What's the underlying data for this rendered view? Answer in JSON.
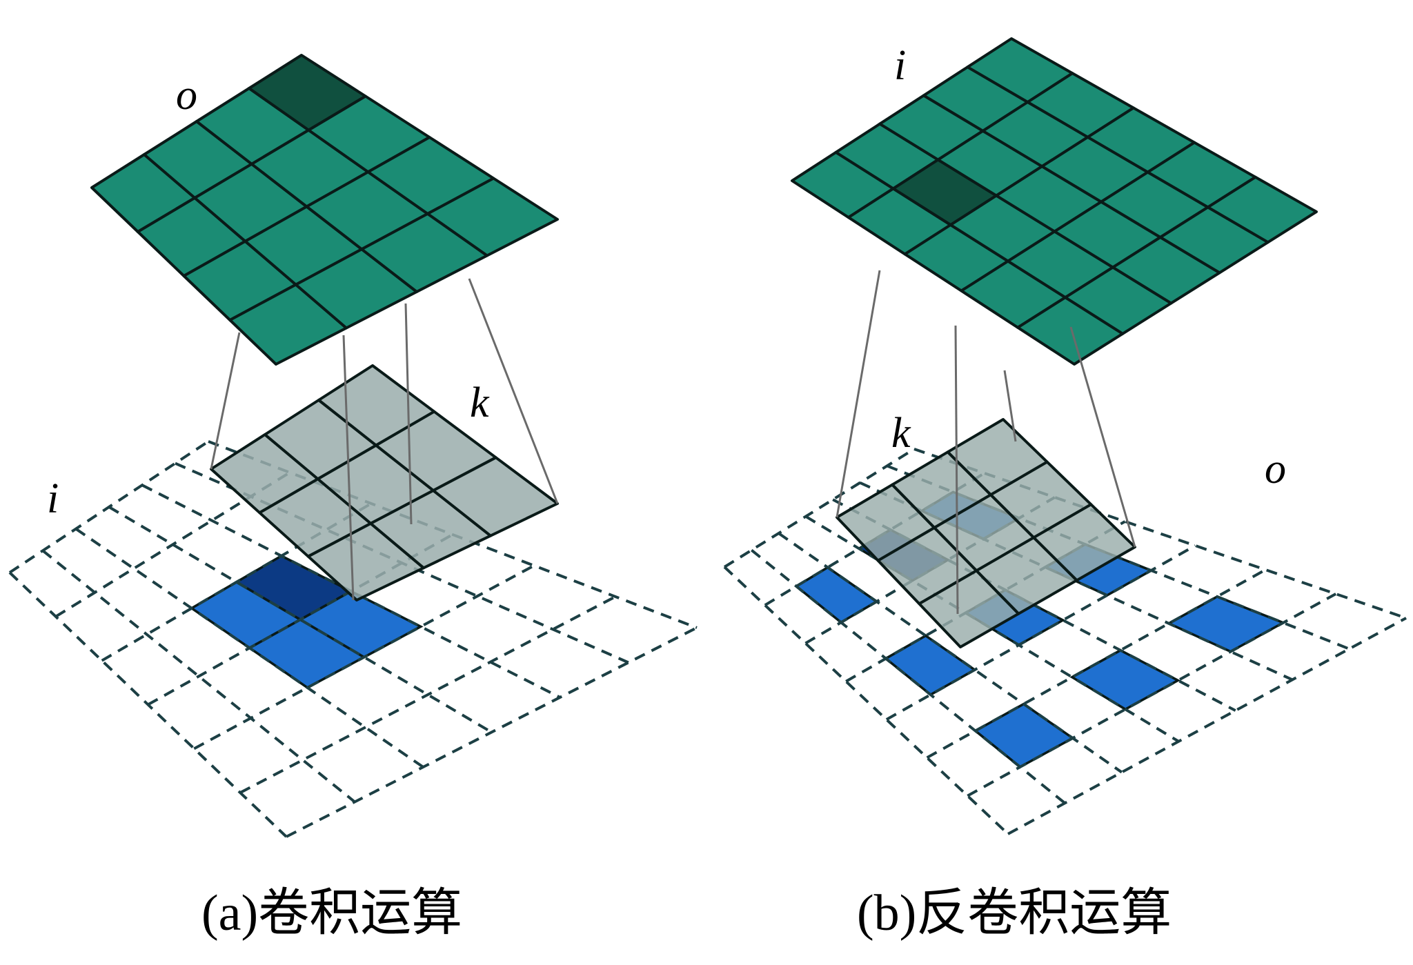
{
  "panels": [
    {
      "id": "a",
      "caption": "(a)卷积运算",
      "labels": {
        "top": "o",
        "kernel": "k",
        "bottom": "i"
      },
      "top_grid": {
        "rows": 4,
        "cols": 4,
        "highlight": [
          [
            0,
            3
          ]
        ]
      },
      "kernel": {
        "rows": 3,
        "cols": 3
      },
      "bottom_grid": {
        "rows": 6,
        "cols": 6,
        "filled": [
          [
            2,
            2
          ],
          [
            2,
            3
          ],
          [
            3,
            2
          ],
          [
            3,
            3
          ]
        ],
        "overlap": [
          [
            2,
            3
          ]
        ]
      }
    },
    {
      "id": "b",
      "caption": "(b)反卷积运算",
      "labels": {
        "top": "i",
        "kernel": "k",
        "bottom": "o"
      },
      "top_grid": {
        "rows": 5,
        "cols": 5,
        "highlight": [
          [
            1,
            1
          ]
        ]
      },
      "kernel": {
        "rows": 3,
        "cols": 3
      },
      "bottom_grid": {
        "rows": 7,
        "cols": 7,
        "filled": [
          [
            1,
            1
          ],
          [
            1,
            3
          ],
          [
            1,
            5
          ],
          [
            3,
            1
          ],
          [
            3,
            3
          ],
          [
            3,
            5
          ],
          [
            5,
            1
          ],
          [
            5,
            3
          ],
          [
            5,
            5
          ]
        ],
        "overlap": [
          [
            1,
            3
          ]
        ]
      }
    }
  ],
  "colors": {
    "teal": "#1b8c74",
    "teal_dark": "#10503f",
    "kernel_gray": "#9aadab",
    "blue": "#1f70d0",
    "blue_dark": "#0c3a84",
    "stroke": "#0a1a18",
    "dashed": "#1c3f44",
    "connector": "#6a6a6a"
  }
}
